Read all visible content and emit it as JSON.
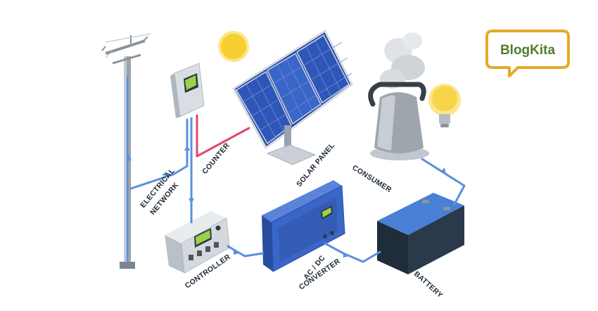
{
  "brand": {
    "name": "BlogKita",
    "color": "#4f7f2c",
    "frame_color": "#e6a928"
  },
  "labels": {
    "electrical_network_line1": "ELECTRICAL",
    "electrical_network_line2": "NETWORK",
    "counter": "COUNTER",
    "solar_panel": "SOLAR PANEL",
    "consumer": "CONSUMER",
    "controller": "CONTROLLER",
    "converter_line1": "AC / DC",
    "converter_line2": "CONVERTER",
    "battery": "BATTERY"
  },
  "colors": {
    "wire_blue": "#5b8fe0",
    "wire_red": "#e2486a",
    "sun": "#f7cf2e",
    "panel_blue": "#2e56b8",
    "device_blue": "#3a66c8",
    "screen_green": "#9bd24a"
  },
  "icons": {
    "sun": "sun-icon",
    "bulb": "light-bulb-icon",
    "kettle": "kettle-icon",
    "pole": "power-pole-icon"
  }
}
